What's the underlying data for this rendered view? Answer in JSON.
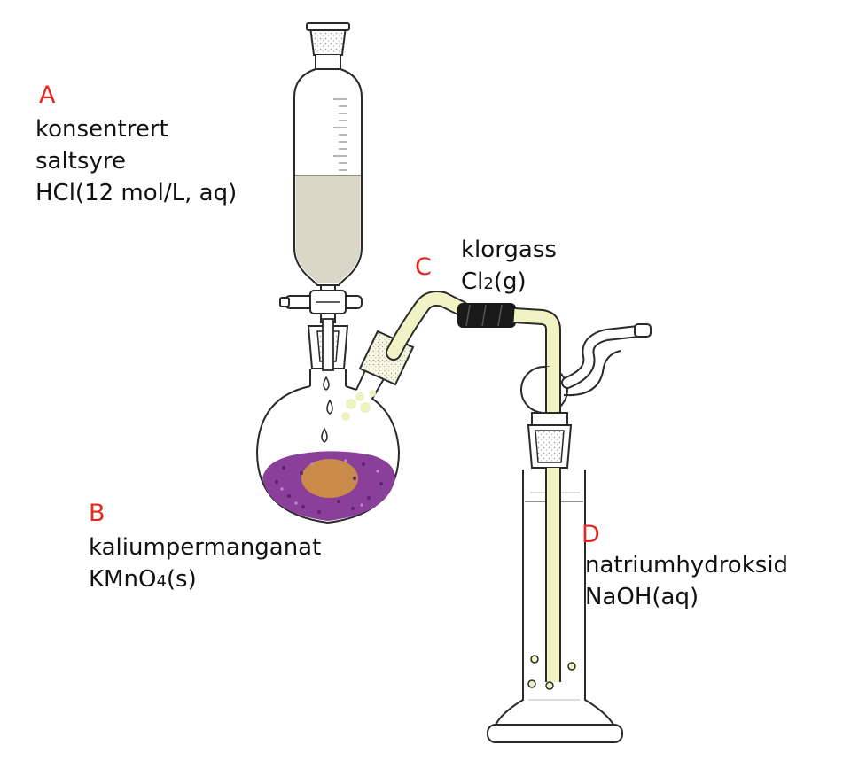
{
  "labels": {
    "A": {
      "letter": "A",
      "lines": [
        "konsentrert",
        "saltsyre",
        "HCl(12 mol/L, aq)"
      ]
    },
    "B": {
      "letter": "B",
      "lines": [
        "kaliumpermanganat"
      ],
      "formula": {
        "pre": "KMnO",
        "sub": "4",
        "post": "(s)"
      }
    },
    "C": {
      "letter": "C",
      "lines": [
        "klorgass"
      ],
      "formula": {
        "pre": "Cl",
        "sub": "2",
        "post": "(g)"
      }
    },
    "D": {
      "letter": "D",
      "lines": [
        "natriumhydroksid",
        "NaOH(aq)"
      ]
    }
  },
  "colors": {
    "letter": "#e8261c",
    "text": "#111111",
    "outline": "#2a2a2a",
    "hcl_liquid": "#d9d7c8",
    "gas_tube": "#f1f3c4",
    "kmno4": "#8a3f9a",
    "kmno4_core": "#c98a4a",
    "rubber": "#1a1a1a"
  },
  "icons": {
    "funnel": "dropping-funnel-icon",
    "flask": "round-bottom-flask-icon",
    "bottle": "gas-washing-bottle-icon"
  }
}
